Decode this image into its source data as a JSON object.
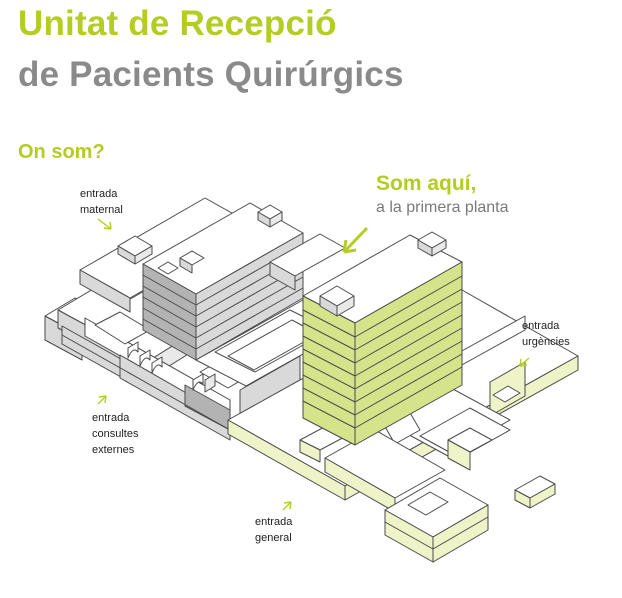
{
  "title": {
    "line1": "Unitat de Recepció",
    "line2": "de Pacients Quirúrgics"
  },
  "where_heading": "On som?",
  "here": {
    "headline": "Som aquí,",
    "subline": "a la primera planta"
  },
  "entrances": {
    "maternal": [
      "entrada",
      "maternal"
    ],
    "urgencies": [
      "entrada",
      "urgències"
    ],
    "consultes": [
      "entrada",
      "consultes",
      "externes"
    ],
    "general": [
      "entrada",
      "general"
    ]
  },
  "colors": {
    "accent": "#b5cc23",
    "title_grey": "#8a8a8a",
    "highlight_fill": "#d5e48a",
    "building_grey": "#b3b3b3"
  }
}
